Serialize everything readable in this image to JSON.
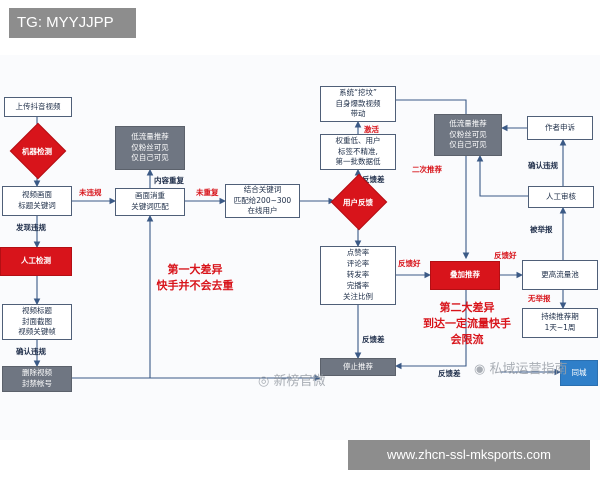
{
  "tag": "TG: MYYJJPP",
  "url": "www.zhcn-ssl-mksports.com",
  "nodes": {
    "upload": "上传抖音视频",
    "machine_check": "机器检测",
    "video_frame": "视频画面\n标题关键词",
    "manual_check": "人工检测",
    "video_title": "视频标题\n封面截图\n视频关键帧",
    "delete_video": "删除视频\n封禁帐号",
    "low_flow_1": "低流量推荐\n仅粉丝可见\n仅自己可见",
    "frame_match": "画面消重\n关键词匹配",
    "combine": "结合关键词\n匹配给200~300\n在线用户",
    "system_dig": "系统“挖坟”\n自身爆款视频\n带动",
    "weight_low": "权重低、用户\n标签不精准,\n第一批数据低",
    "user_feedback": "用户反馈",
    "metrics": "点赞率\n评论率\n转发率\n完播率\n关注比例",
    "stop_recommend": "停止推荐",
    "low_flow_2": "低流量推荐\n仅粉丝可见\n仅自己可见",
    "author_appeal": "作者申诉",
    "manual_review": "人工审核",
    "add_recommend": "叠加推荐",
    "more_pool": "更高流量池",
    "keep_recommend": "持续推荐期\n1天~1周",
    "blue_box": "同城"
  },
  "labels": {
    "no_violation": "未违规",
    "found_violation": "发现违规",
    "confirm_violation": "确认违规",
    "content_dup": "内容重复",
    "not_dup": "未重复",
    "activate": "激活",
    "feedback_bad_1": "反馈差",
    "second_recommend": "二次推荐",
    "feedback_good_1": "反馈好",
    "feedback_good_2": "反馈好",
    "reported": "被举报",
    "not_reported": "无举报",
    "confirm_violation_2": "确认违规",
    "feedback_bad_2": "反馈差",
    "feedback_bad_3": "反馈差"
  },
  "callouts": {
    "first_gap": "第一大差异\n快手并不会去重",
    "second_gap": "第二大差异\n到达一定流量快手\n会限流"
  },
  "watermarks": {
    "left": "新榜官微",
    "right": "私域运营指南"
  },
  "colors": {
    "accent_red": "#d8141b",
    "node_gray": "#6f7682",
    "line_blue": "#3b5a86",
    "highlight_blue": "#2f7fc9"
  }
}
